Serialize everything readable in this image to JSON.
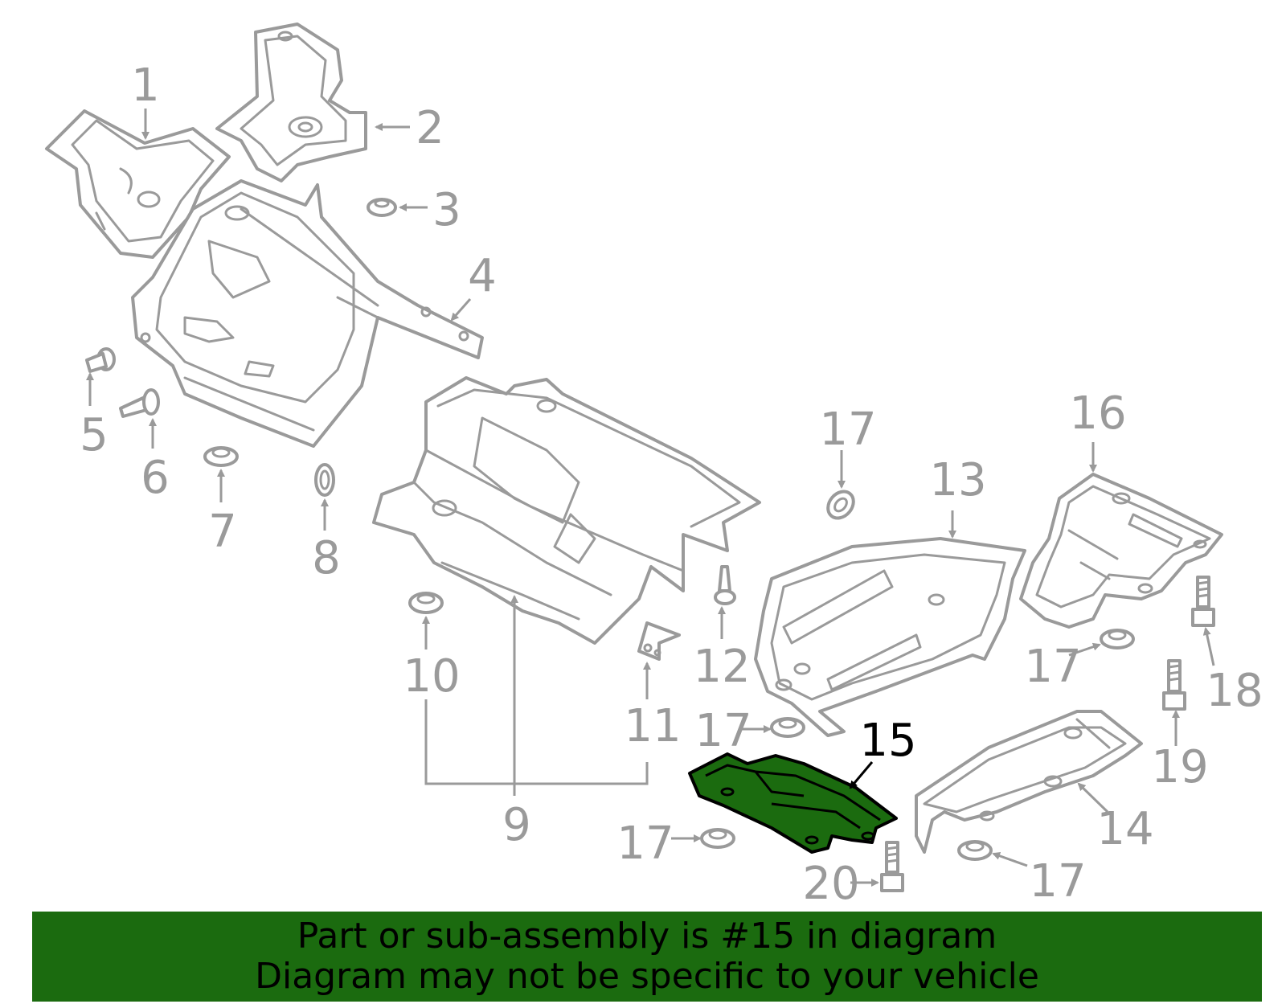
{
  "callouts": {
    "c1": "1",
    "c2": "2",
    "c3": "3",
    "c4": "4",
    "c5": "5",
    "c6": "6",
    "c7": "7",
    "c8": "8",
    "c9": "9",
    "c10": "10",
    "c11": "11",
    "c12": "12",
    "c13": "13",
    "c14": "14",
    "c15": "15",
    "c16": "16",
    "c17": "17",
    "c18": "18",
    "c19": "19",
    "c20": "20"
  },
  "highlighted_part": "15",
  "banner": {
    "line1": "Part or sub-assembly is #15 in diagram",
    "line2": "Diagram may not be specific to your vehicle"
  },
  "colors": {
    "highlight": "#1b6b0f",
    "line_gray": "#9a9a9a",
    "background": "#ffffff"
  }
}
